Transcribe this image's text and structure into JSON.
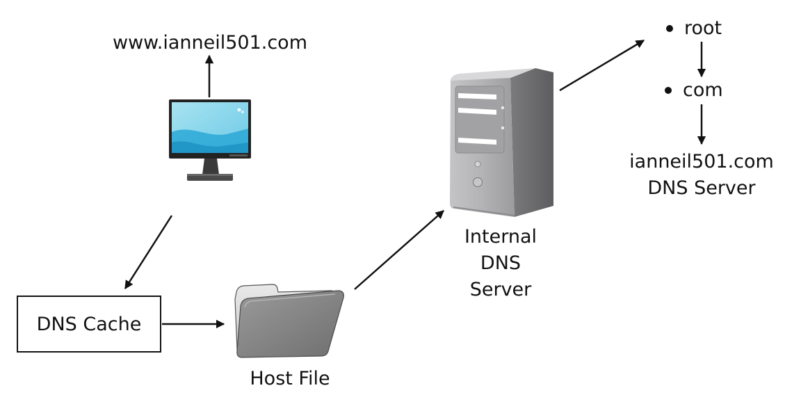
{
  "labels": {
    "website": "www.ianneil501.com",
    "dns_cache": "DNS Cache",
    "host_file": "Host File",
    "internal_dns_line1": "Internal",
    "internal_dns_line2": "DNS",
    "internal_dns_line3": "Server",
    "root": "root",
    "com": "com",
    "target_dns_line1": "ianneil501.com",
    "target_dns_line2": "DNS Server"
  },
  "icons": {
    "computer": "desktop-monitor-icon",
    "folder": "folder-icon",
    "server": "server-tower-icon"
  },
  "colors": {
    "line": "#111111",
    "screen_light": "#8fd8ea",
    "screen_dark": "#2aa8d6",
    "folder_gray": "#8a8a8a",
    "server_gray": "#a9a9ab"
  }
}
